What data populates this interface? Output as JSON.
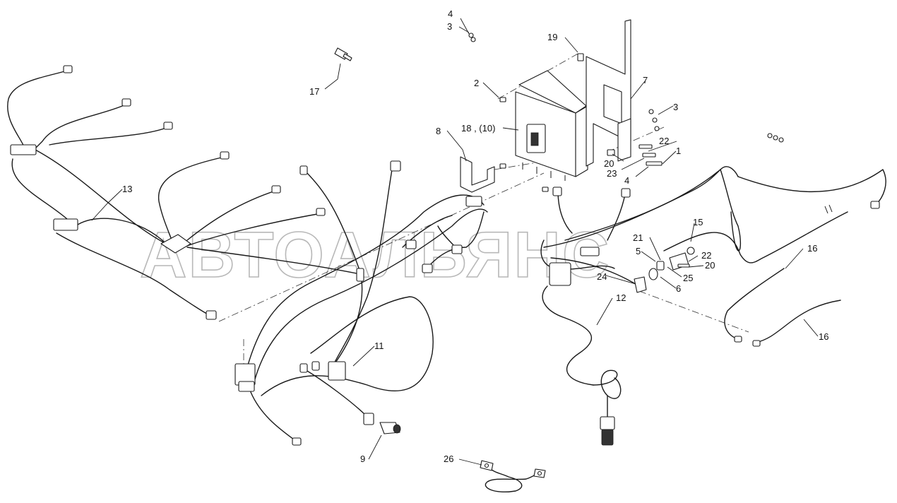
{
  "diagram": {
    "watermark": "АВТОАЛЬЯНС",
    "callouts": [
      {
        "id": "c4a",
        "text": "4"
      },
      {
        "id": "c3a",
        "text": "3"
      },
      {
        "id": "c19",
        "text": "19"
      },
      {
        "id": "c17",
        "text": "17"
      },
      {
        "id": "c2",
        "text": "2"
      },
      {
        "id": "c7",
        "text": "7"
      },
      {
        "id": "c3b",
        "text": "3"
      },
      {
        "id": "c8",
        "text": "8"
      },
      {
        "id": "c18",
        "text": "18 , (10)"
      },
      {
        "id": "c22a",
        "text": "22"
      },
      {
        "id": "c1",
        "text": "1"
      },
      {
        "id": "c20a",
        "text": "20"
      },
      {
        "id": "c23",
        "text": "23"
      },
      {
        "id": "c4b",
        "text": "4"
      },
      {
        "id": "c13",
        "text": "13"
      },
      {
        "id": "c15",
        "text": "15"
      },
      {
        "id": "c21",
        "text": "21"
      },
      {
        "id": "c5",
        "text": "5"
      },
      {
        "id": "c22b",
        "text": "22"
      },
      {
        "id": "c20b",
        "text": "20"
      },
      {
        "id": "c16a",
        "text": "16"
      },
      {
        "id": "c24",
        "text": "24"
      },
      {
        "id": "c25",
        "text": "25"
      },
      {
        "id": "c6",
        "text": "6"
      },
      {
        "id": "c12",
        "text": "12"
      },
      {
        "id": "c16b",
        "text": "16"
      },
      {
        "id": "c11",
        "text": "11"
      },
      {
        "id": "c9",
        "text": "9"
      },
      {
        "id": "c26",
        "text": "26"
      }
    ]
  }
}
